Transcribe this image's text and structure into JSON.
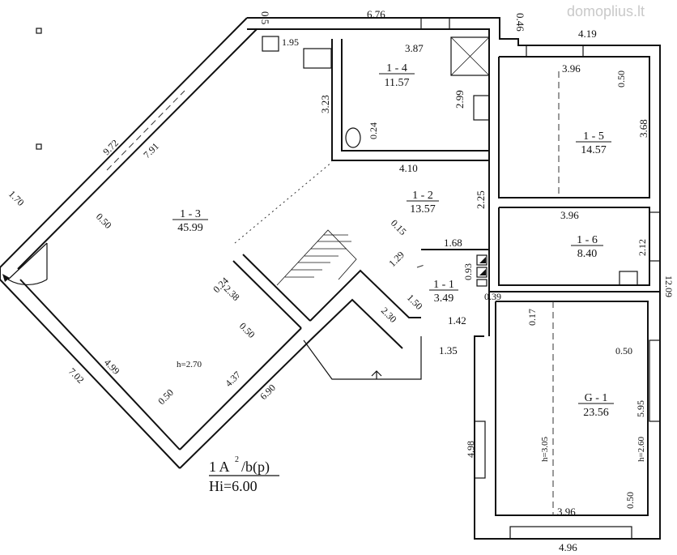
{
  "watermark": "domoplius.lt",
  "legend": {
    "line1": "1  A",
    "superscript": "2",
    "line1_suffix": "/b(p)",
    "line2": "Hi=6.00"
  },
  "rooms": [
    {
      "id": "1 - 1",
      "area": "3.49"
    },
    {
      "id": "1 - 2",
      "area": "13.57"
    },
    {
      "id": "1 - 3",
      "area": "45.99"
    },
    {
      "id": "1 - 4",
      "area": "11.57"
    },
    {
      "id": "1 - 5",
      "area": "14.57"
    },
    {
      "id": "1 - 6",
      "area": "8.40"
    },
    {
      "id": "G - 1",
      "area": "23.56"
    }
  ],
  "heights": {
    "main": "h=2.70",
    "garage": "h=3.05",
    "garage_side": "h=2.60"
  },
  "dims": {
    "d_0_5_top": "0.5",
    "d_6_76": "6.76",
    "d_0_46": "0.46",
    "d_4_19": "4.19",
    "d_1_95": "1.95",
    "d_3_87": "3.87",
    "d_3_96_a": "3.96",
    "d_0_50_a": "0.50",
    "d_3_23": "3.23",
    "d_2_99": "2.99",
    "d_3_68": "3.68",
    "d_0_24_a": "0.24",
    "d_9_72": "9.72",
    "d_7_91": "7.91",
    "d_4_10": "4.10",
    "d_2_25": "2.25",
    "d_1_70": "1.70",
    "d_0_50_b": "0.50",
    "d_3_96_b": "3.96",
    "d_2_12": "2.12",
    "d_0_15": "0.15",
    "d_1_68": "1.68",
    "d_1_29": "1.29",
    "d_0_93": "0.93",
    "d_0_24_b": "0.24",
    "d_2_38": "2.38",
    "d_0_39": "0.39",
    "d_1_50": "1.50",
    "d_12_09": "12.09",
    "d_0_17": "0.17",
    "d_1_42": "1.42",
    "d_2_30": "2.30",
    "d_0_50_c": "0.50",
    "d_1_35": "1.35",
    "d_0_50_d": "0.50",
    "d_4_99": "4.99",
    "d_7_02": "7.02",
    "d_4_37": "4.37",
    "d_6_90": "6.90",
    "d_0_50_e": "0.50",
    "d_5_95": "5.95",
    "d_4_98": "4.98",
    "d_0_50_f": "0.50",
    "d_3_96_c": "3.96",
    "d_4_96": "4.96"
  }
}
